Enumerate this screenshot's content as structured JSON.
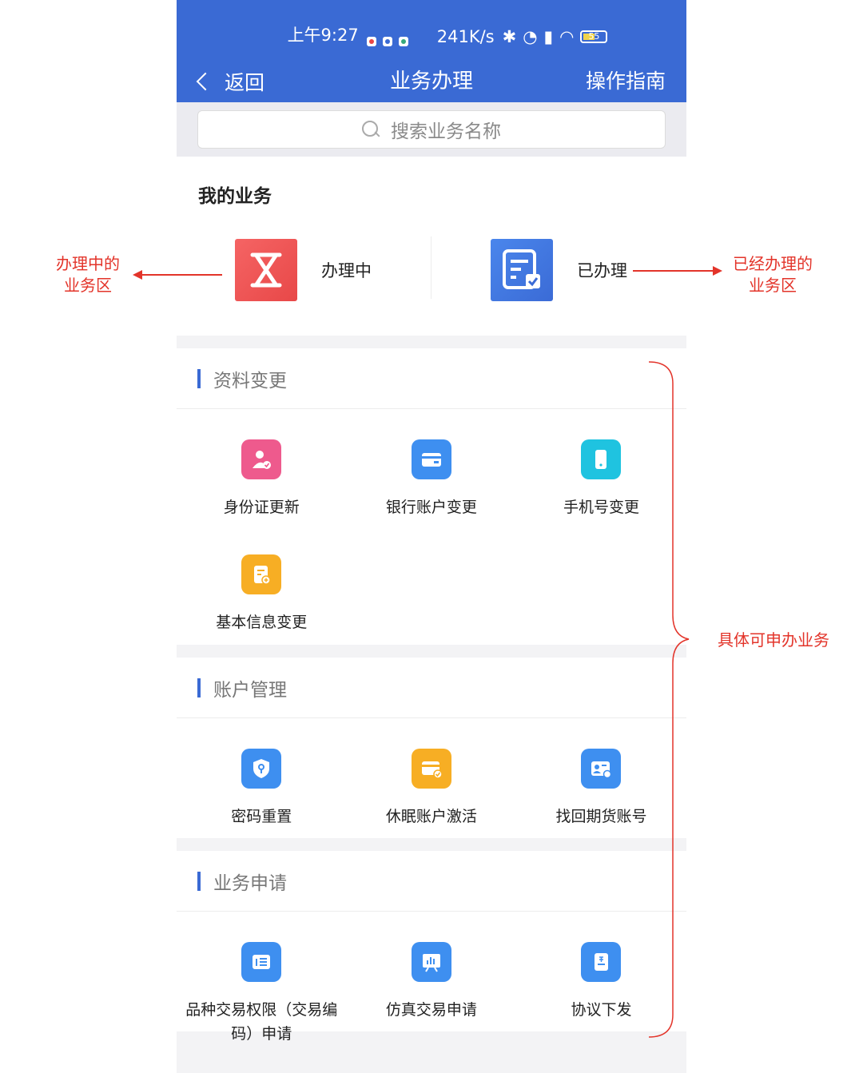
{
  "status_bar": {
    "time": "上午9:27",
    "network_speed": "241K/s",
    "battery": "55"
  },
  "navbar": {
    "back_label": "返回",
    "title": "业务办理",
    "guide_label": "操作指南"
  },
  "search": {
    "placeholder": "搜索业务名称"
  },
  "my_business": {
    "title": "我的业务",
    "in_progress_label": "办理中",
    "completed_label": "已办理"
  },
  "sections": [
    {
      "title": "资料变更",
      "items": [
        {
          "label": "身份证更新",
          "icon": "id-card-person-icon",
          "color": "#ee5a8d"
        },
        {
          "label": "银行账户变更",
          "icon": "bank-card-icon",
          "color": "#3e8ff0"
        },
        {
          "label": "手机号变更",
          "icon": "mobile-phone-icon",
          "color": "#1fc3e0"
        },
        {
          "label": "基本信息变更",
          "icon": "document-edit-icon",
          "color": "#f7ae24"
        }
      ]
    },
    {
      "title": "账户管理",
      "items": [
        {
          "label": "密码重置",
          "icon": "shield-key-icon",
          "color": "#3e8ff0"
        },
        {
          "label": "休眠账户激活",
          "icon": "card-check-icon",
          "color": "#f7ae24"
        },
        {
          "label": "找回期货账号",
          "icon": "contact-card-icon",
          "color": "#3e8ff0"
        }
      ]
    },
    {
      "title": "业务申请",
      "items": [
        {
          "label": "品种交易权限（交易编码）申请",
          "icon": "list-icon",
          "color": "#3e8ff0"
        },
        {
          "label": "仿真交易申请",
          "icon": "presentation-chart-icon",
          "color": "#3e8ff0"
        },
        {
          "label": "协议下发",
          "icon": "agreement-doc-icon",
          "color": "#3e8ff0"
        }
      ]
    }
  ],
  "annotations": {
    "left": "办理中的\n业务区",
    "right": "已经办理的\n业务区",
    "brace": "具体可申办业务"
  },
  "colors": {
    "brand": "#3a6ad4",
    "annotation": "#e3342a"
  }
}
